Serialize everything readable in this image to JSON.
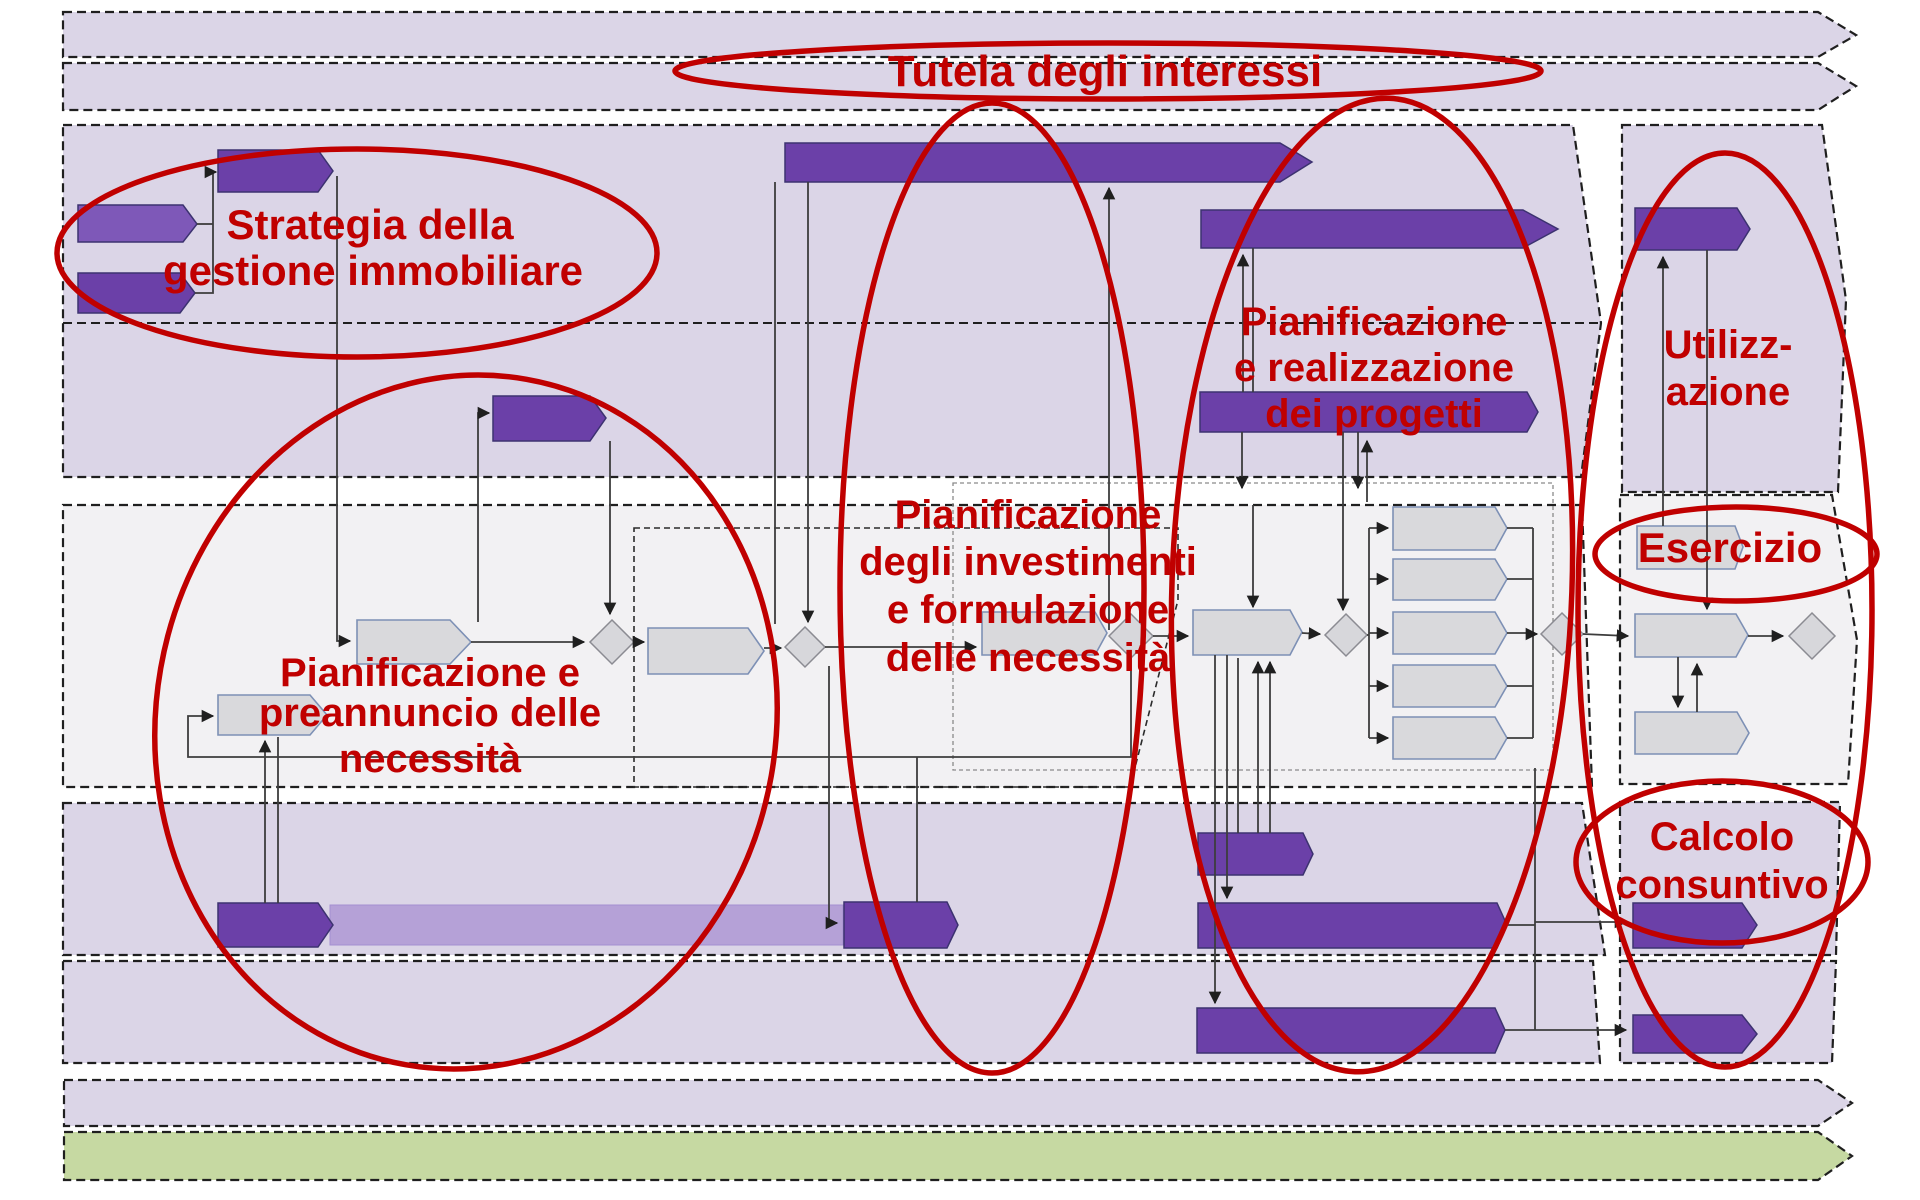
{
  "diagram": {
    "labels": {
      "tutela": [
        "Tutela degli interessi"
      ],
      "strategia": [
        "Strategia della",
        "gestione immobiliare"
      ],
      "progetti": [
        "Pianificazione",
        "e realizzazione",
        "dei progetti"
      ],
      "utilizzazione": [
        "Utilizz-",
        "azione"
      ],
      "investimenti": [
        "Pianificazione",
        "degli investimenti",
        "e formulazione",
        "delle necessità"
      ],
      "preannuncio": [
        "Pianificazione e",
        "preannuncio delle",
        "necessità"
      ],
      "esercizio": [
        "Esercizio"
      ],
      "calcolo": [
        "Calcolo",
        "consuntivo"
      ]
    },
    "colors": {
      "highlight_red": "#c00000",
      "process_purple": "#6b40a8",
      "process_purple_light": "#b5a1d7",
      "lane_lavender": "#dbd5e7",
      "lane_white": "#f2f1f3",
      "band_green": "#c6d9a2",
      "shape_gray": "#d9d9dc"
    }
  }
}
